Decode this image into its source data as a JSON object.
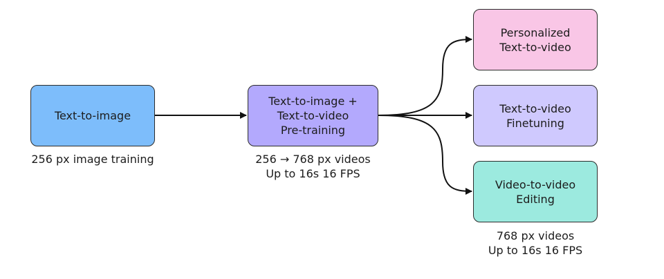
{
  "nodes": {
    "text_to_image": {
      "lines": [
        "Text-to-image"
      ],
      "color": "#7dbdfb"
    },
    "pretraining": {
      "lines": [
        "Text-to-image +",
        "Text-to-video",
        "Pre-training"
      ],
      "color": "#b3a9fd"
    },
    "personalized": {
      "lines": [
        "Personalized",
        "Text-to-video"
      ],
      "color": "#f9c6e6"
    },
    "finetuning": {
      "lines": [
        "Text-to-video",
        "Finetuning"
      ],
      "color": "#cfc9fe"
    },
    "editing": {
      "lines": [
        "Video-to-video",
        "Editing"
      ],
      "color": "#9ceadf"
    }
  },
  "captions": {
    "text_to_image": [
      "256 px image training"
    ],
    "pretraining": [
      "256 → 768 px videos",
      "Up to 16s 16 FPS"
    ],
    "editing": [
      "768 px videos",
      "Up to 16s 16 FPS"
    ]
  },
  "edges": [
    {
      "from": "text_to_image",
      "to": "pretraining"
    },
    {
      "from": "pretraining",
      "to": "personalized"
    },
    {
      "from": "pretraining",
      "to": "finetuning"
    },
    {
      "from": "pretraining",
      "to": "editing"
    }
  ],
  "colors": {
    "stroke": "#111111",
    "border": "#2b2b2b"
  }
}
